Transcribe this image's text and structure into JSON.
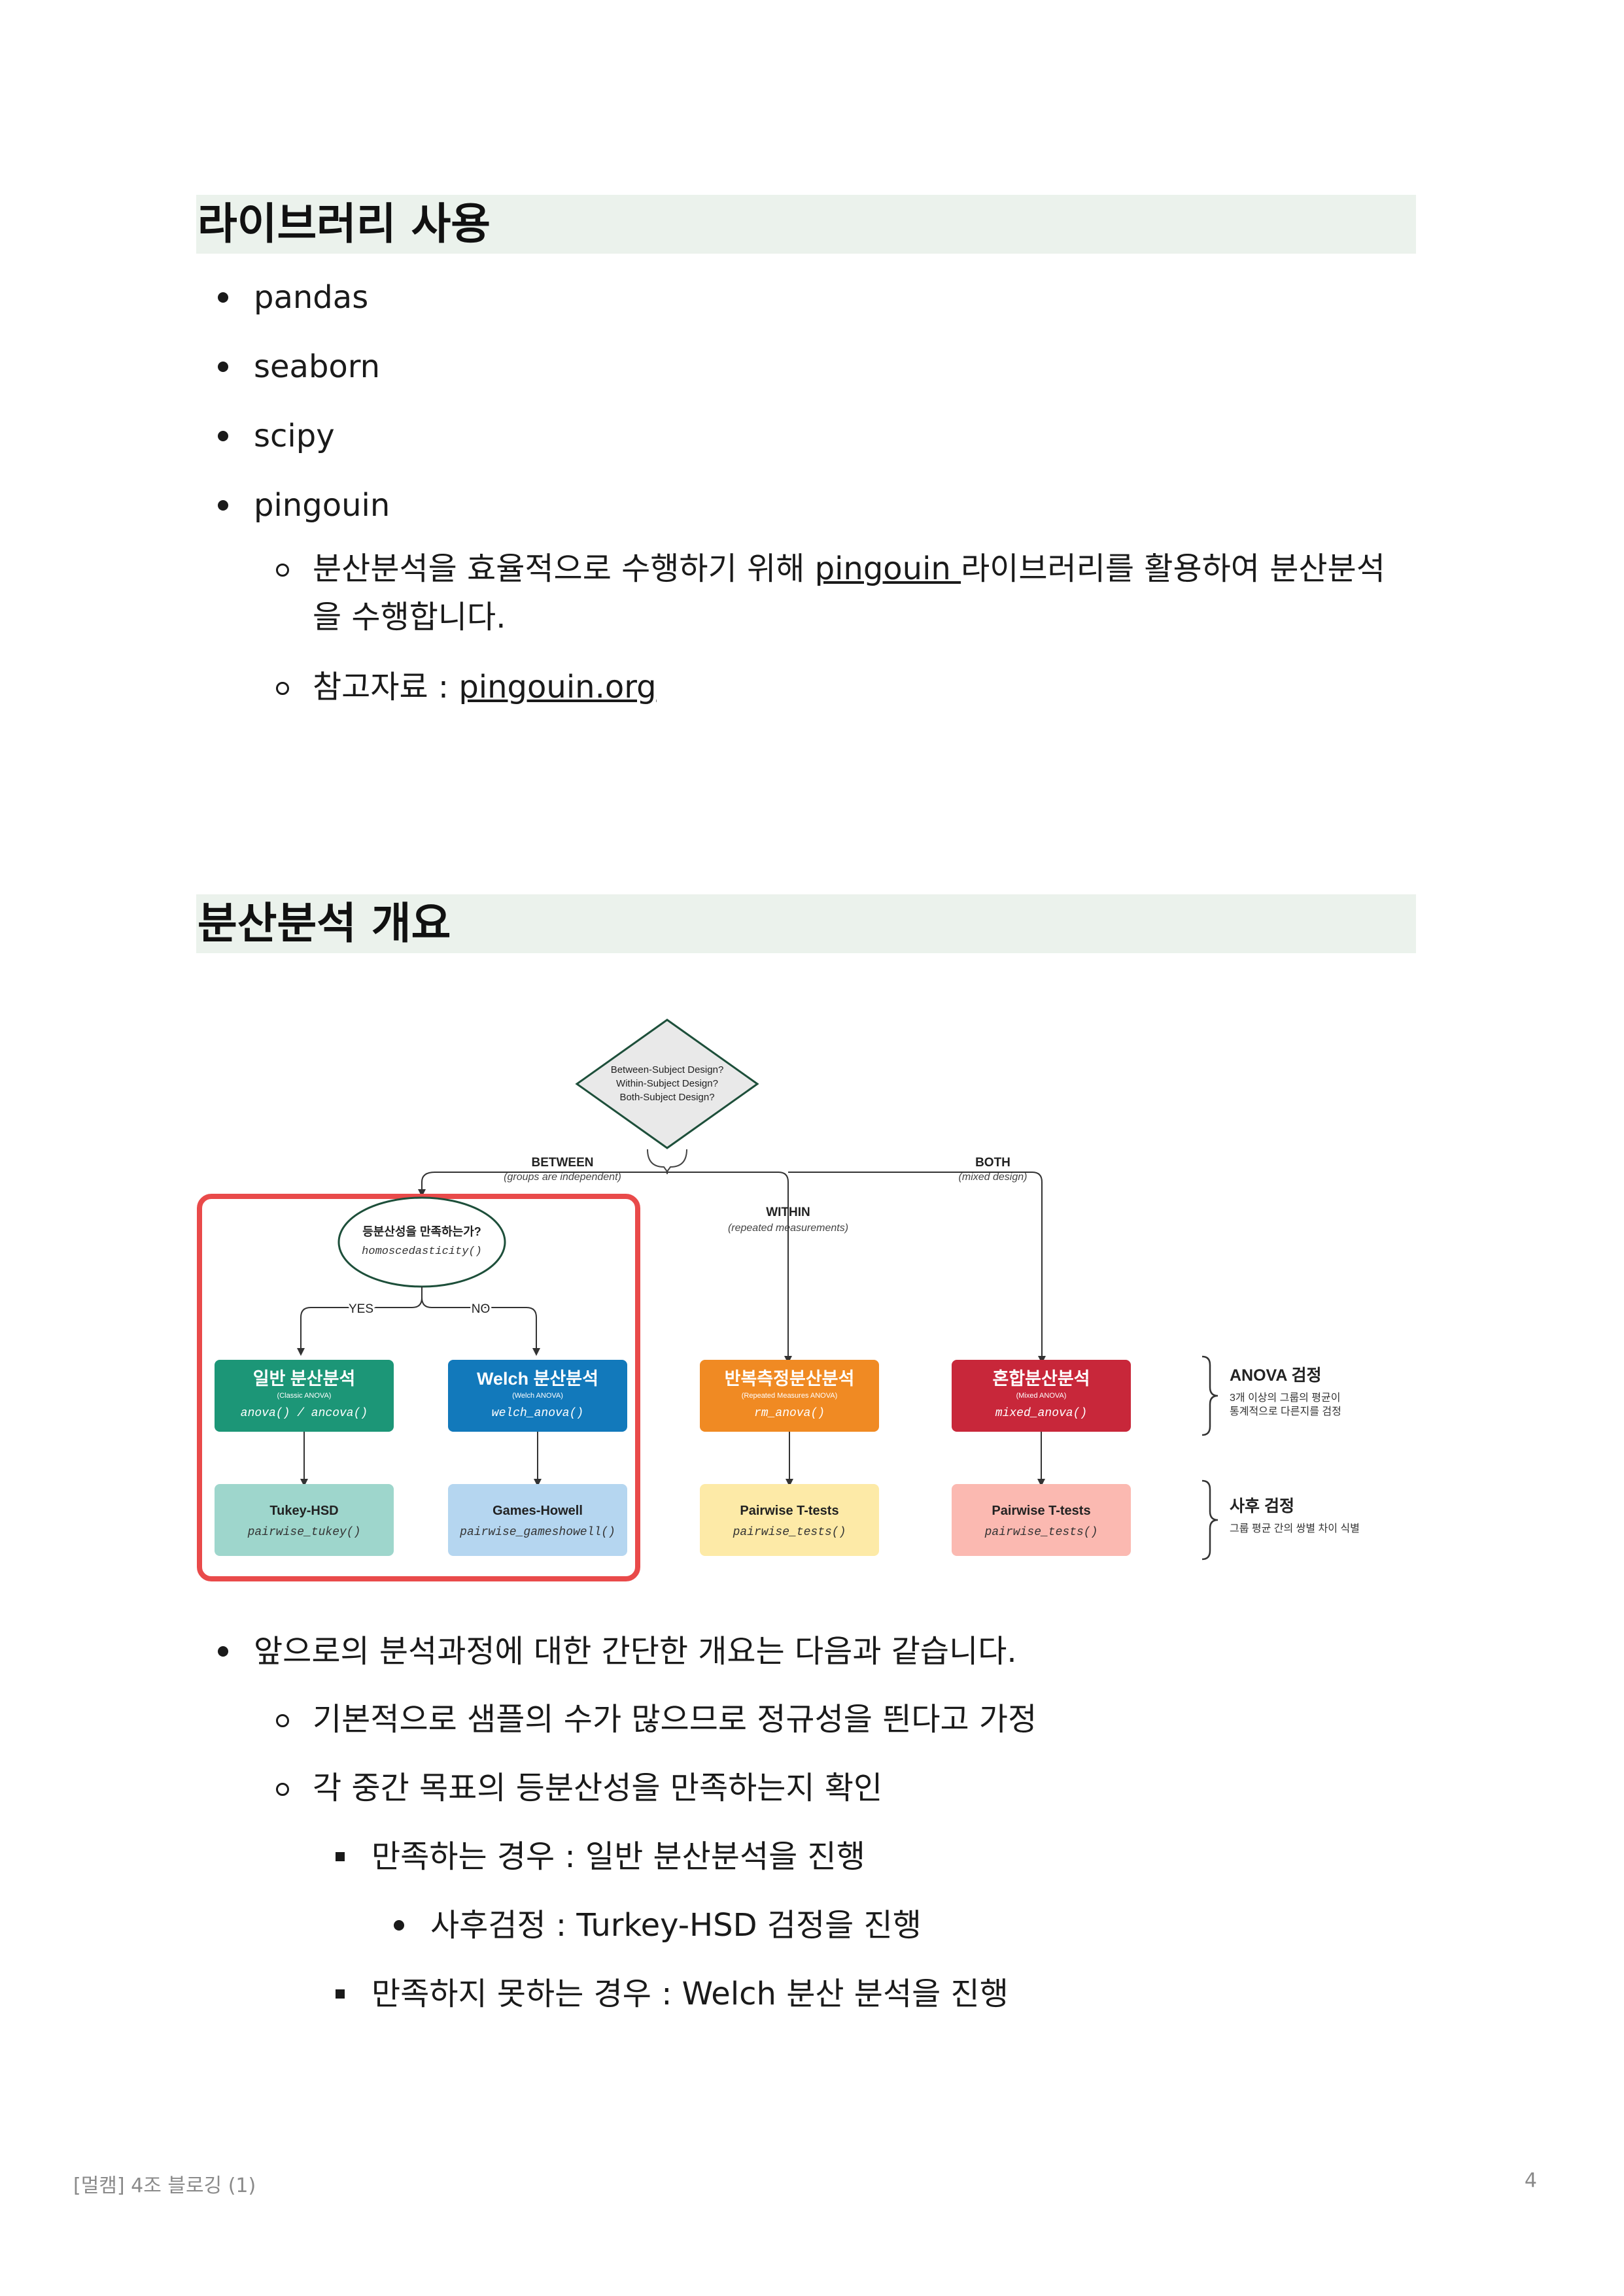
{
  "section1": {
    "title": "라이브러리 사용",
    "libraries": [
      "pandas",
      "seaborn",
      "scipy",
      "pingouin"
    ],
    "pingouin_note": {
      "line1_before": "분산분석을 효율적으로 수행하기 위해 ",
      "link": "pingouin ",
      "line1_after": "라이브러리를 활용하여 분산분석",
      "line2": "을 수행합니다."
    },
    "reference": {
      "label": "참고자료 : ",
      "link": "pingouin.org"
    }
  },
  "section2": {
    "title": "분산분석 개요",
    "points": {
      "intro": "앞으로의 분석과정에 대한 간단한 개요는 다음과 같습니다.",
      "normality": "기본적으로 샘플의 수가 많으므로 정규성을 띈다고 가정",
      "homoscedasticity": "각 중간 목표의 등분산성을 만족하는지 확인",
      "satisfied": "만족하는 경우 : 일반 분산분석을 진행",
      "posthoc": "사후검정 : Turkey-HSD 검정을 진행",
      "not_satisfied": "만족하지 못하는 경우 : Welch 분산 분석을 진행"
    }
  },
  "diagram": {
    "decision": [
      "Between-Subject Design?",
      "Within-Subject Design?",
      "Both-Subject Design?"
    ],
    "between": {
      "label": "BETWEEN",
      "sub": "(groups are independent)"
    },
    "within": {
      "label": "WITHIN",
      "sub": "(repeated measurements)"
    },
    "both": {
      "label": "BOTH",
      "sub": "(mixed design)"
    },
    "homo": {
      "label": "등분산성을 만족하는가?",
      "func": "homoscedasticity()"
    },
    "yes": "YES",
    "no": "NO",
    "anova_boxes": [
      {
        "title": "일반 분산분석",
        "sub": "(Classic ANOVA)",
        "func": "anova() / ancova()",
        "color": "#1c9677"
      },
      {
        "title": "Welch 분산분석",
        "sub": "(Welch ANOVA)",
        "func": "welch_anova()",
        "color": "#1279bb"
      },
      {
        "title": "반복측정분산분석",
        "sub": "(Repeated Measures ANOVA)",
        "func": "rm_anova()",
        "color": "#f08a23"
      },
      {
        "title": "혼합분산분석",
        "sub": "(Mixed ANOVA)",
        "func": "mixed_anova()",
        "color": "#c8273a"
      }
    ],
    "posthoc_boxes": [
      {
        "title": "Tukey-HSD",
        "func": "pairwise_tukey()",
        "color": "#9ed6cc"
      },
      {
        "title": "Games-Howell",
        "func": "pairwise_gameshowell()",
        "color": "#b5d6f0"
      },
      {
        "title": "Pairwise T-tests",
        "func": "pairwise_tests()",
        "color": "#fdeaa7"
      },
      {
        "title": "Pairwise T-tests",
        "func": "pairwise_tests()",
        "color": "#fbb9b1"
      }
    ],
    "anova_note": {
      "title": "ANOVA 검정",
      "line1": "3개 이상의 그룹의 평균이",
      "line2": "통계적으로 다른지를 검정"
    },
    "posthoc_note": {
      "title": "사후 검정",
      "line1": "그룹 평균 간의 쌍별 차이 식별"
    },
    "highlight_color": "#e94a4a"
  },
  "footer": {
    "left": "[멀캠] 4조 블로깅 (1)",
    "page": "4"
  }
}
